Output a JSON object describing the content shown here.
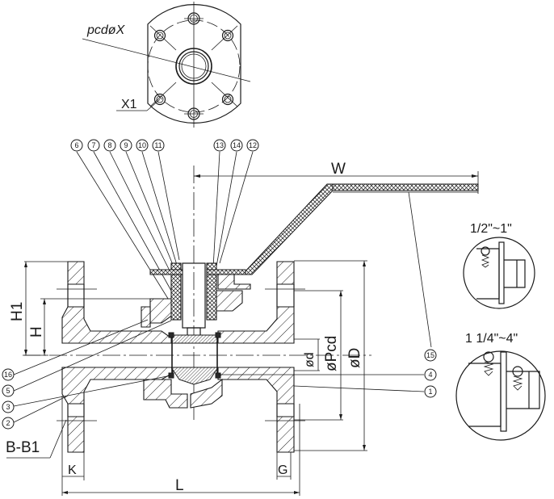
{
  "drawing": {
    "subject": "ball valve flanged assembly cross-section",
    "top_view": {
      "labels": {
        "pcd": "pcdøX",
        "hole": "X1"
      }
    },
    "dimensions": {
      "W": "W",
      "H1": "H1",
      "H": "H",
      "d": "ød",
      "Pcd": "øPcd",
      "D": "øD",
      "K": "K",
      "G": "G",
      "L": "L",
      "BB1": "B-B1"
    },
    "callouts_top": [
      "6",
      "7",
      "8",
      "9",
      "10",
      "11",
      "13",
      "14",
      "12"
    ],
    "callouts_left": [
      "16",
      "5",
      "3",
      "2"
    ],
    "callouts_right": [
      "15",
      "4",
      "1"
    ],
    "details": [
      {
        "title": "1/2\"~1\""
      },
      {
        "title": "1 1/4\"~4\""
      }
    ]
  }
}
